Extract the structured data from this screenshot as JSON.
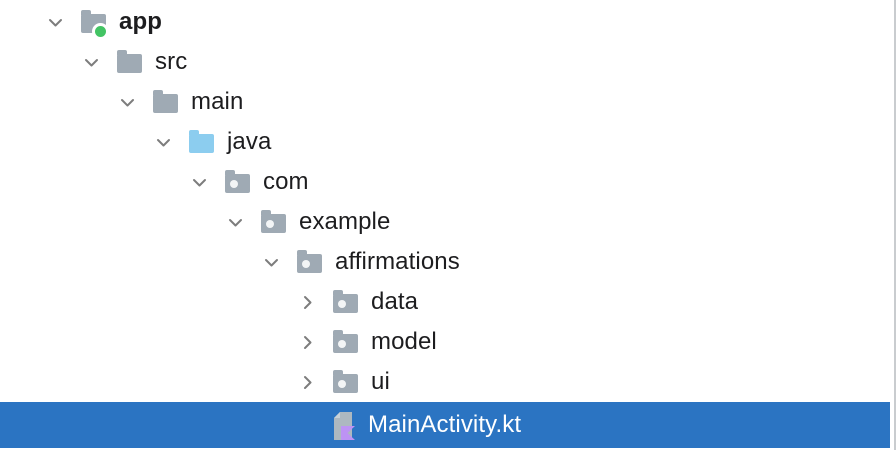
{
  "colors": {
    "selection": "#2b74c2",
    "folder": "#9faab4",
    "source_folder": "#8ccdef",
    "module_dot": "#43c464",
    "chevron": "#7d7d7d",
    "text": "#1d1d1f",
    "selected_text": "#ffffff",
    "kotlin_file_gray": "#adb8c0",
    "kotlin_file_fold": "#c9d2d8",
    "kotlin_purple": "#bd93f4",
    "panel_border": "#c9cccf"
  },
  "tree": {
    "items": [
      {
        "label": "app",
        "level": 0,
        "chevron": "expanded",
        "icon": "module-folder-icon",
        "bold": true,
        "selected": false
      },
      {
        "label": "src",
        "level": 1,
        "chevron": "expanded",
        "icon": "folder-icon",
        "bold": false,
        "selected": false
      },
      {
        "label": "main",
        "level": 2,
        "chevron": "expanded",
        "icon": "folder-icon",
        "bold": false,
        "selected": false
      },
      {
        "label": "java",
        "level": 3,
        "chevron": "expanded",
        "icon": "source-folder-icon",
        "bold": false,
        "selected": false
      },
      {
        "label": "com",
        "level": 4,
        "chevron": "expanded",
        "icon": "package-icon",
        "bold": false,
        "selected": false
      },
      {
        "label": "example",
        "level": 5,
        "chevron": "expanded",
        "icon": "package-icon",
        "bold": false,
        "selected": false
      },
      {
        "label": "affirmations",
        "level": 6,
        "chevron": "expanded",
        "icon": "package-icon",
        "bold": false,
        "selected": false
      },
      {
        "label": "data",
        "level": 7,
        "chevron": "collapsed",
        "icon": "package-icon",
        "bold": false,
        "selected": false
      },
      {
        "label": "model",
        "level": 7,
        "chevron": "collapsed",
        "icon": "package-icon",
        "bold": false,
        "selected": false
      },
      {
        "label": "ui",
        "level": 7,
        "chevron": "collapsed",
        "icon": "package-icon",
        "bold": false,
        "selected": false
      },
      {
        "label": "MainActivity.kt",
        "level": 7,
        "chevron": "none",
        "icon": "kotlin-file-icon",
        "bold": false,
        "selected": true
      }
    ]
  }
}
